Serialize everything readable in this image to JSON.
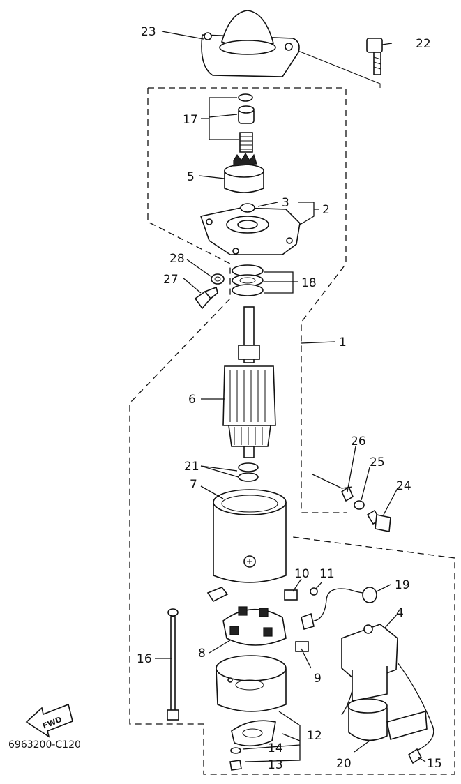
{
  "diagram": {
    "drawing_code": "6963200-C120",
    "direction_mark": "FWD",
    "callouts": {
      "c1": "1",
      "c2": "2",
      "c3": "3",
      "c4": "4",
      "c5": "5",
      "c6": "6",
      "c7": "7",
      "c8": "8",
      "c9": "9",
      "c10": "10",
      "c11": "11",
      "c12": "12",
      "c13": "13",
      "c14": "14",
      "c15": "15",
      "c16": "16",
      "c17": "17",
      "c18": "18",
      "c19": "19",
      "c20": "20",
      "c21": "21",
      "c22": "22",
      "c23": "23",
      "c24": "24",
      "c25": "25",
      "c26": "26",
      "c27": "27",
      "c28": "28"
    }
  }
}
